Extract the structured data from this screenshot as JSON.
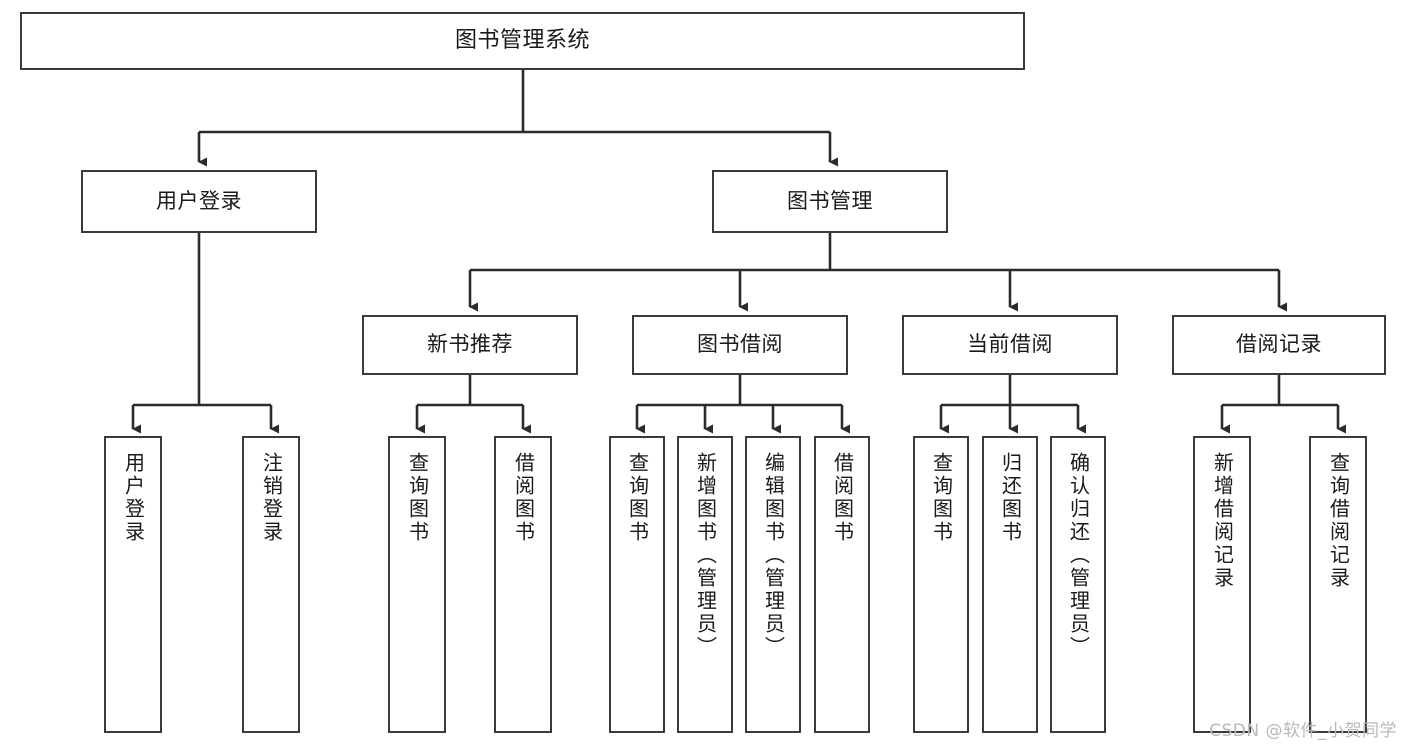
{
  "diagram": {
    "title": "图书管理系统",
    "type": "hierarchy-tree",
    "root": {
      "label": "图书管理系统"
    },
    "level2": [
      {
        "label": "用户登录"
      },
      {
        "label": "图书管理"
      }
    ],
    "level3": [
      {
        "label": "新书推荐"
      },
      {
        "label": "图书借阅"
      },
      {
        "label": "当前借阅"
      },
      {
        "label": "借阅记录"
      }
    ],
    "leaves": {
      "user_login": [
        {
          "label": "用户登录"
        },
        {
          "label": "注销登录"
        }
      ],
      "new_book_recommend": [
        {
          "label": "查询图书"
        },
        {
          "label": "借阅图书"
        }
      ],
      "book_borrow": [
        {
          "label": "查询图书"
        },
        {
          "label": "新增图书（管理员）"
        },
        {
          "label": "编辑图书（管理员）"
        },
        {
          "label": "借阅图书"
        }
      ],
      "current_borrow": [
        {
          "label": "查询图书"
        },
        {
          "label": "归还图书"
        },
        {
          "label": "确认归还（管理员）"
        }
      ],
      "borrow_record": [
        {
          "label": "新增借阅记录"
        },
        {
          "label": "查询借阅记录"
        }
      ]
    }
  },
  "watermark": {
    "text": "CSDN @软件_小贺同学"
  },
  "colors": {
    "border": "#3a3a3a",
    "background": "#ffffff",
    "text": "#1a1a1a",
    "watermark": "#b9b9b9"
  }
}
